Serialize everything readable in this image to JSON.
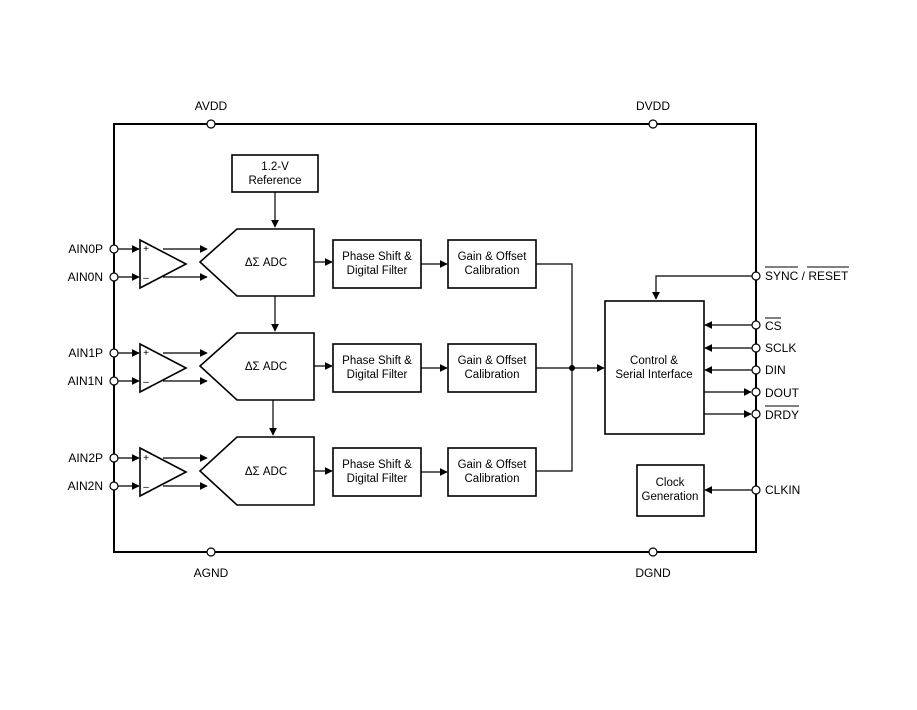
{
  "power_pins": {
    "avdd": "AVDD",
    "dvdd": "DVDD",
    "agnd": "AGND",
    "dgnd": "DGND"
  },
  "reference": {
    "line1": "1.2-V",
    "line2": "Reference"
  },
  "channels": [
    {
      "pos": "AIN0P",
      "neg": "AIN0N",
      "adc": "ΔΣ ADC",
      "filter_1": "Phase Shift &",
      "filter_2": "Digital Filter",
      "cal_1": "Gain & Offset",
      "cal_2": "Calibration"
    },
    {
      "pos": "AIN1P",
      "neg": "AIN1N",
      "adc": "ΔΣ ADC",
      "filter_1": "Phase Shift &",
      "filter_2": "Digital Filter",
      "cal_1": "Gain & Offset",
      "cal_2": "Calibration"
    },
    {
      "pos": "AIN2P",
      "neg": "AIN2N",
      "adc": "ΔΣ ADC",
      "filter_1": "Phase Shift &",
      "filter_2": "Digital Filter",
      "cal_1": "Gain & Offset",
      "cal_2": "Calibration"
    }
  ],
  "amp_signs": {
    "plus": "+",
    "minus": "–"
  },
  "control": {
    "line1": "Control &",
    "line2": "Serial Interface"
  },
  "clock": {
    "line1": "Clock",
    "line2": "Generation"
  },
  "digital_pins": {
    "sync": "SYNC",
    "slash": " / ",
    "reset": "RESET",
    "cs": "CS",
    "sclk": "SCLK",
    "din": "DIN",
    "dout": "DOUT",
    "drdy": "DRDY",
    "clkin": "CLKIN"
  }
}
